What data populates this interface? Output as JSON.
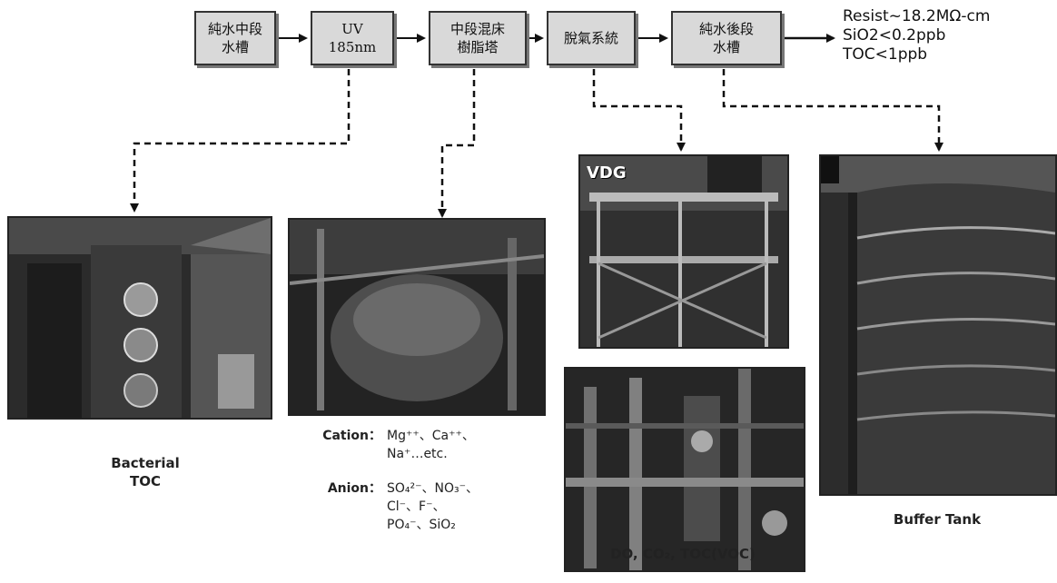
{
  "flow": {
    "steps": [
      {
        "line1": "純水中段",
        "line2": "水槽"
      },
      {
        "line1": "UV",
        "line2": "185nm"
      },
      {
        "line1": "中段混床",
        "line2": "樹脂塔"
      },
      {
        "line1": "脫氣系統",
        "line2": ""
      },
      {
        "line1": "純水後段",
        "line2": "水槽"
      }
    ],
    "output_specs": [
      "Resist~18.2MΩ-cm",
      "SiO2<0.2ppb",
      "TOC<1ppb"
    ]
  },
  "photos": {
    "uv": {
      "caption_line1": "Bacterial",
      "caption_line2": "TOC"
    },
    "resin": {
      "cation_label": "Cation：",
      "cation_line1": "Mg⁺⁺、Ca⁺⁺、",
      "cation_line2": "Na⁺…etc.",
      "anion_label": "Anion：",
      "anion_line1": "SO₄²⁻、NO₃⁻、",
      "anion_line2": "Cl⁻、F⁻、",
      "anion_line3": "PO₄⁻、SiO₂"
    },
    "degas": {
      "inset_label": "VDG",
      "caption": "DO, CO₂, TOC(VOC)"
    },
    "buffer": {
      "caption": "Buffer Tank"
    }
  }
}
